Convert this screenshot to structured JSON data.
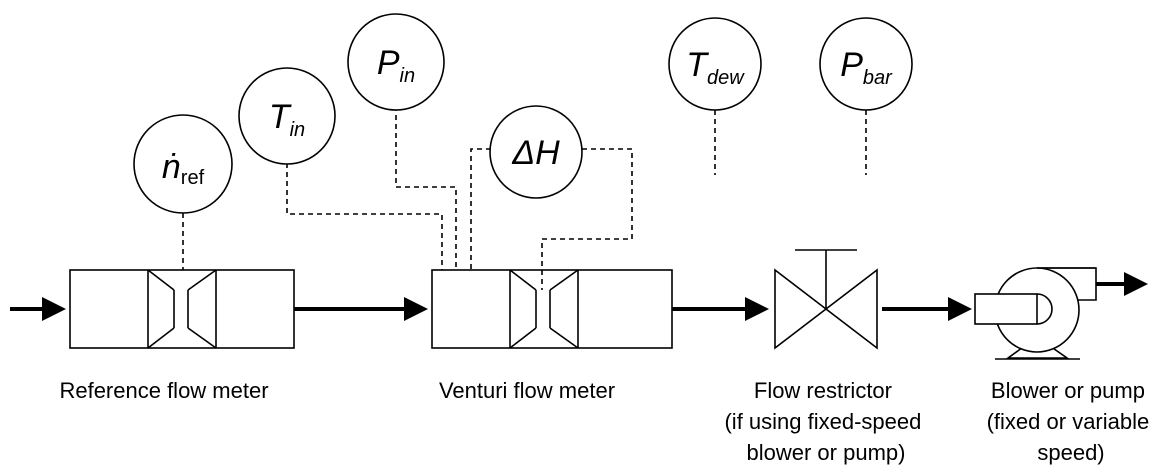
{
  "instruments": {
    "ndot_ref": {
      "symbol": "ṅ",
      "subscript": "ref"
    },
    "t_in": {
      "symbol": "T",
      "subscript": "in"
    },
    "p_in": {
      "symbol": "P",
      "subscript": "in"
    },
    "delta_h": {
      "symbol": "ΔH"
    },
    "t_dew": {
      "symbol": "T",
      "subscript": "dew"
    },
    "p_bar": {
      "symbol": "P",
      "subscript": "bar"
    }
  },
  "labels": {
    "reference_flow_meter": "Reference flow meter",
    "venturi_flow_meter": "Venturi flow meter",
    "flow_restrictor": [
      "Flow restrictor",
      "(if using fixed-speed",
      "blower or pump)"
    ],
    "blower": [
      "Blower or pump",
      "(fixed or variable",
      "speed)"
    ]
  }
}
